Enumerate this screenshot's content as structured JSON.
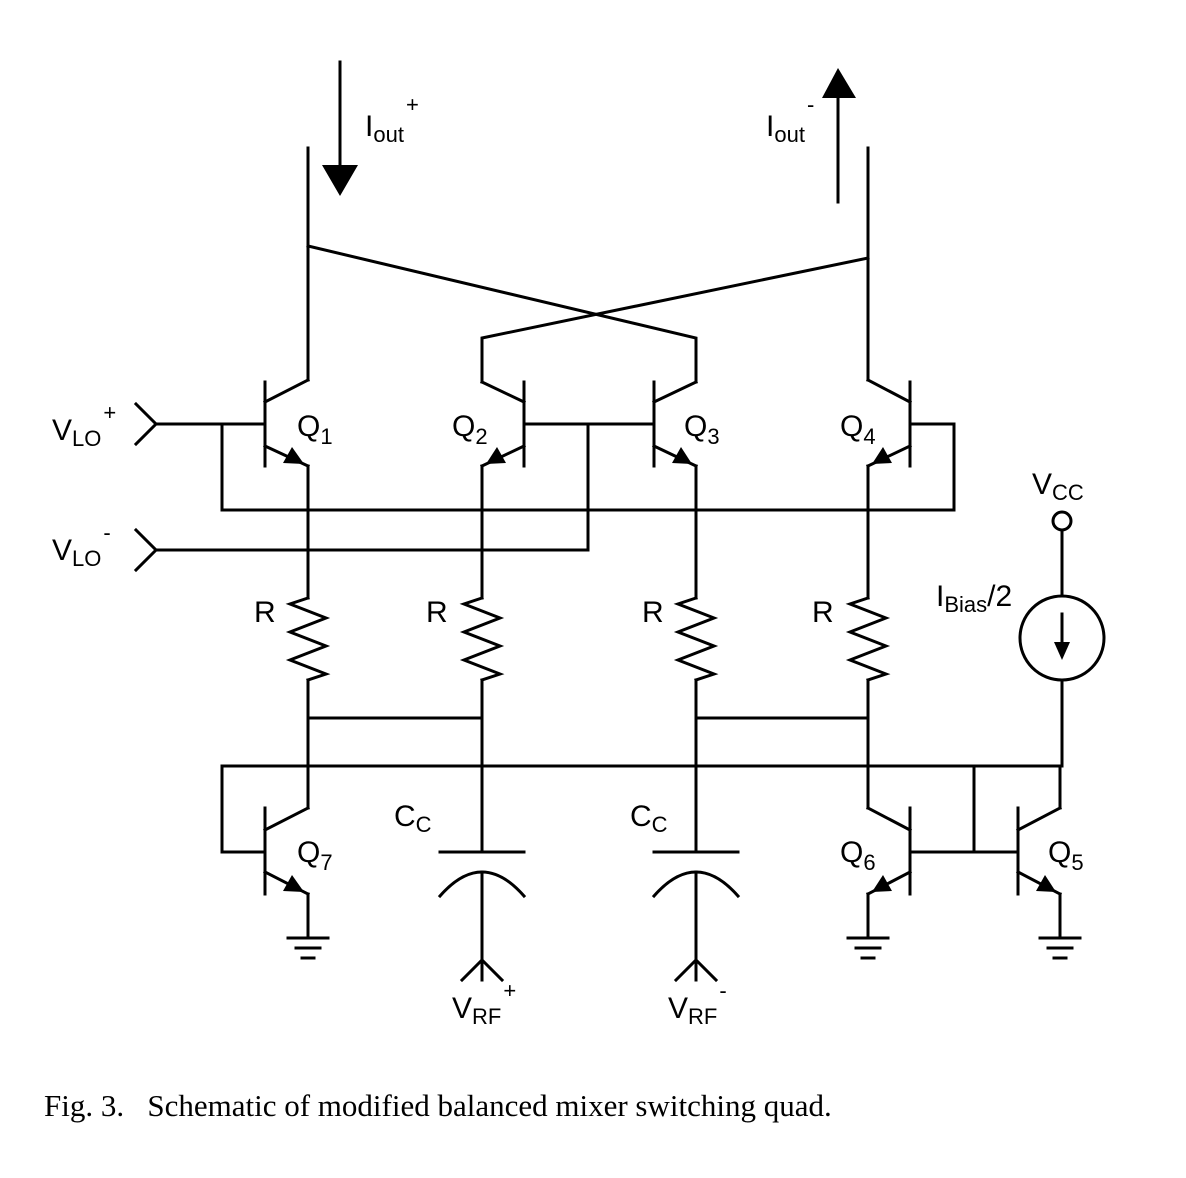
{
  "labels": {
    "iout_pos": {
      "main": "I",
      "sub": "out",
      "sup": "+"
    },
    "iout_neg": {
      "main": "I",
      "sub": "out",
      "sup": "-"
    },
    "vlo_pos": {
      "main": "V",
      "sub": "LO",
      "sup": "+"
    },
    "vlo_neg": {
      "main": "V",
      "sub": "LO",
      "sup": "-"
    },
    "vcc": {
      "main": "V",
      "sub": "CC"
    },
    "ibias": {
      "main": "I",
      "sub": "Bias",
      "tail": "/2"
    },
    "q1": {
      "main": "Q",
      "sub": "1"
    },
    "q2": {
      "main": "Q",
      "sub": "2"
    },
    "q3": {
      "main": "Q",
      "sub": "3"
    },
    "q4": {
      "main": "Q",
      "sub": "4"
    },
    "q5": {
      "main": "Q",
      "sub": "5"
    },
    "q6": {
      "main": "Q",
      "sub": "6"
    },
    "q7": {
      "main": "Q",
      "sub": "7"
    },
    "r": "R",
    "cc": {
      "main": "C",
      "sub": "C"
    },
    "vrf_pos": {
      "main": "V",
      "sub": "RF",
      "sup": "+"
    },
    "vrf_neg": {
      "main": "V",
      "sub": "RF",
      "sup": "-"
    }
  },
  "caption": {
    "figure_number": "Fig. 3.",
    "text": "Schematic of modified balanced mixer switching quad."
  }
}
